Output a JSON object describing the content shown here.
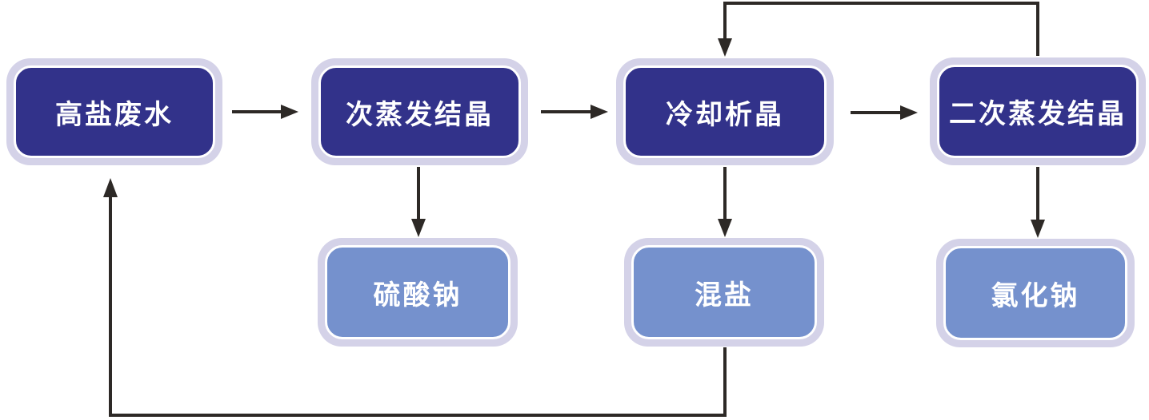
{
  "diagram": {
    "type": "flowchart",
    "nodes": [
      {
        "label": "高盐废水",
        "kind": "process"
      },
      {
        "label": "次蒸发结晶",
        "kind": "process"
      },
      {
        "label": "冷却析晶",
        "kind": "process"
      },
      {
        "label": "二次蒸发结晶",
        "kind": "process"
      },
      {
        "label": "硫酸钠",
        "kind": "product"
      },
      {
        "label": "混盐",
        "kind": "product"
      },
      {
        "label": "氯化钠",
        "kind": "product"
      }
    ],
    "edges": [
      {
        "from": "高盐废水",
        "to": "次蒸发结晶",
        "style": "straight-right"
      },
      {
        "from": "次蒸发结晶",
        "to": "冷却析晶",
        "style": "straight-right"
      },
      {
        "from": "冷却析晶",
        "to": "二次蒸发结晶",
        "style": "straight-right"
      },
      {
        "from": "次蒸发结晶",
        "to": "硫酸钠",
        "style": "straight-down"
      },
      {
        "from": "冷却析晶",
        "to": "混盐",
        "style": "straight-down"
      },
      {
        "from": "二次蒸发结晶",
        "to": "氯化钠",
        "style": "straight-down"
      },
      {
        "from": "二次蒸发结晶",
        "to": "冷却析晶",
        "style": "loop-over-top"
      },
      {
        "from": "混盐",
        "to": "高盐废水",
        "style": "loop-under-bottom"
      }
    ],
    "colors": {
      "process": "#32328a",
      "product": "#7591cd",
      "halo": "#d4d2e8",
      "border": "#ffffff",
      "arrow": "#2d2926",
      "background": "#ffffff",
      "text": "#ffffff"
    }
  }
}
